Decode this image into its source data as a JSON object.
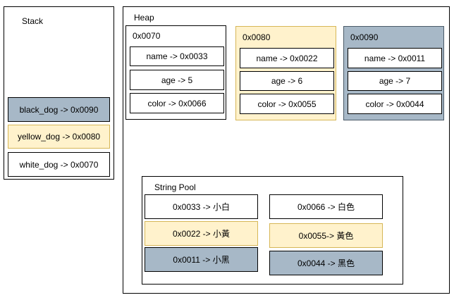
{
  "stack": {
    "title": "Stack",
    "items": [
      {
        "label": "black_dog -> 0x0090",
        "color": "blue"
      },
      {
        "label": "yellow_dog -> 0x0080",
        "color": "yellow"
      },
      {
        "label": "white_dog -> 0x0070",
        "color": "white"
      }
    ]
  },
  "heap": {
    "title": "Heap",
    "objects": [
      {
        "address": "0x0070",
        "color": "white",
        "fields": [
          "name -> 0x0033",
          "age -> 5",
          "color -> 0x0066"
        ]
      },
      {
        "address": "0x0080",
        "color": "yellow",
        "fields": [
          "name -> 0x0022",
          "age -> 6",
          "color -> 0x0055"
        ]
      },
      {
        "address": "0x0090",
        "color": "blue",
        "fields": [
          "name -> 0x0011",
          "age -> 7",
          "color -> 0x0044"
        ]
      }
    ]
  },
  "string_pool": {
    "title": "String Pool",
    "items": [
      {
        "label": "0x0033 -> 小白",
        "color": "white"
      },
      {
        "label": "0x0022 -> 小黃",
        "color": "yellow"
      },
      {
        "label": "0x0011 -> 小黑",
        "color": "blue"
      },
      {
        "label": "0x0066 -> 白色",
        "color": "white"
      },
      {
        "label": "0x0055-> 黃色",
        "color": "yellow"
      },
      {
        "label": "0x0044 -> 黑色",
        "color": "blue"
      }
    ]
  },
  "colors": {
    "yellow": "#fff2cc",
    "blue": "#a7b8c7",
    "white": "#ffffff"
  }
}
